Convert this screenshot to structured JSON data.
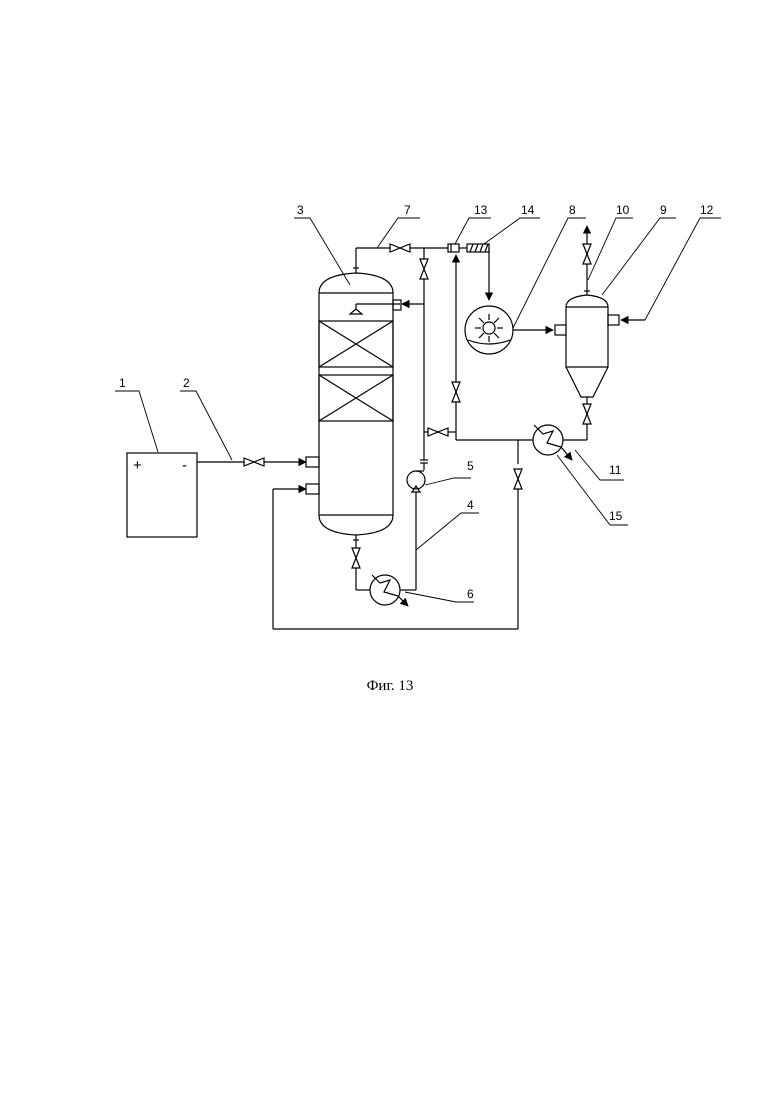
{
  "figure": {
    "caption": "Фиг. 13",
    "source_signs": {
      "plus": "+",
      "minus": "-"
    },
    "callouts": [
      "1",
      "2",
      "3",
      "4",
      "5",
      "6",
      "7",
      "8",
      "9",
      "10",
      "11",
      "12",
      "13",
      "14",
      "15"
    ]
  }
}
